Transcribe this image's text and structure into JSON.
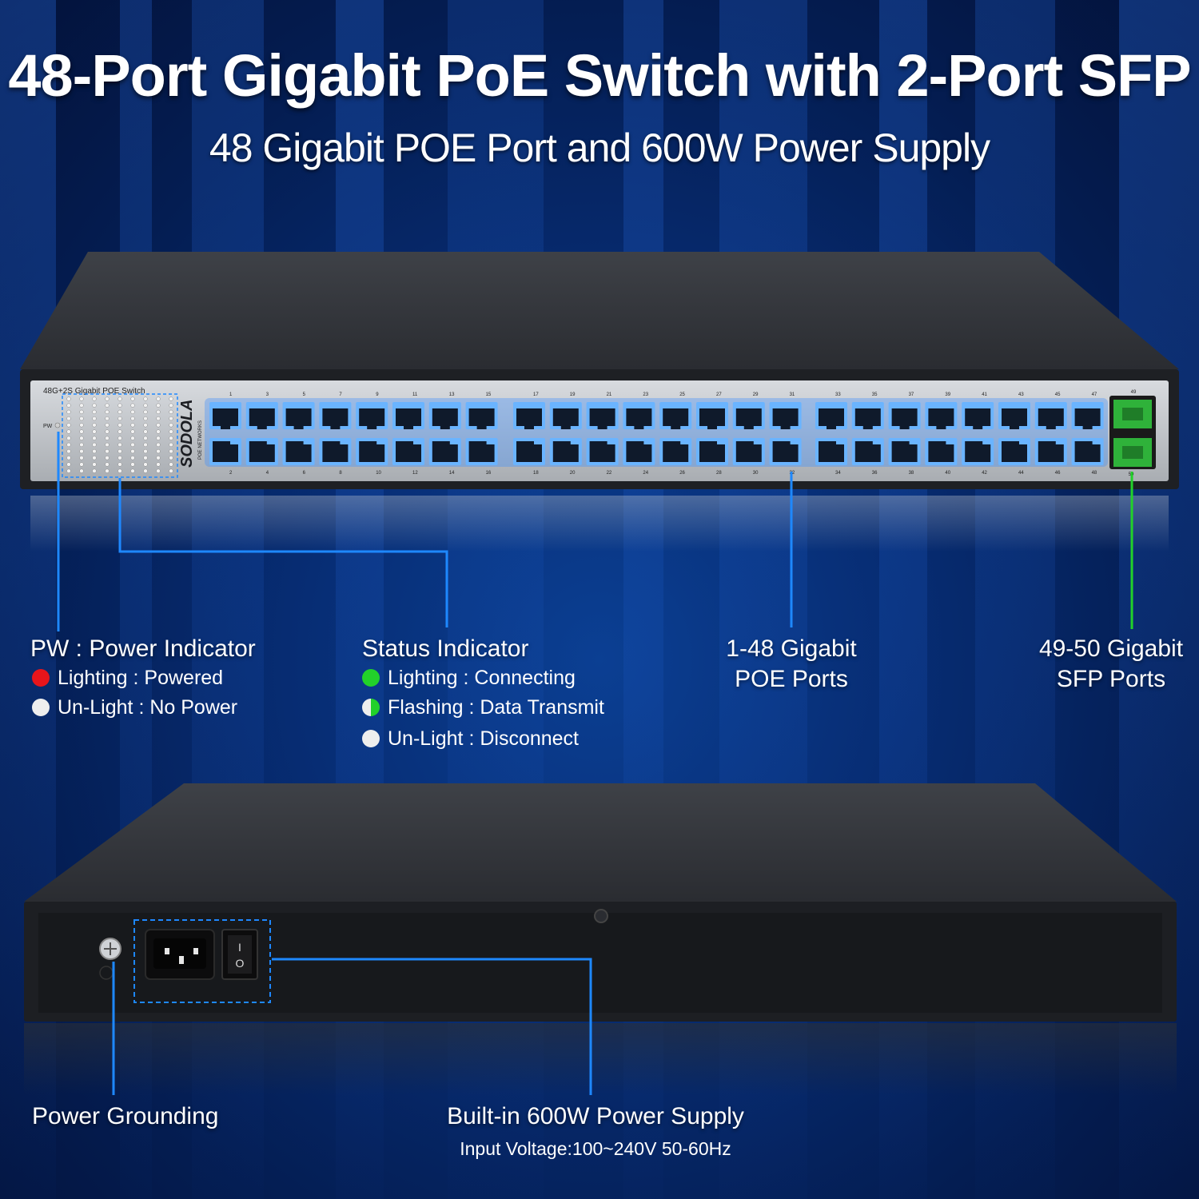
{
  "title": "48-Port Gigabit PoE Switch with 2-Port SFP",
  "subtitle": "48 Gigabit POE Port and 600W Power Supply",
  "device": {
    "model_label": "48G+2S Gigabit POE Switch",
    "brand": "SODOLA",
    "brand_sub": "POE NETWORKS",
    "pw_label": "PW",
    "odd_ports": [
      "1",
      "3",
      "5",
      "7",
      "9",
      "11",
      "13",
      "15",
      "17",
      "19",
      "21",
      "23",
      "25",
      "27",
      "29",
      "31",
      "33",
      "35",
      "37",
      "39",
      "41",
      "43",
      "45",
      "47"
    ],
    "even_ports": [
      "2",
      "4",
      "6",
      "8",
      "10",
      "12",
      "14",
      "16",
      "18",
      "20",
      "22",
      "24",
      "26",
      "28",
      "30",
      "32",
      "34",
      "36",
      "38",
      "40",
      "42",
      "44",
      "46",
      "48"
    ],
    "sfp_top": "49",
    "sfp_bottom": "50",
    "power_switch_on": "I",
    "power_switch_off": "O"
  },
  "callouts": {
    "power_indicator": {
      "title": "PW : Power Indicator",
      "items": [
        {
          "text": "Lighting : Powered",
          "color": "#e8151b"
        },
        {
          "text": "Un-Light : No Power",
          "color": "#eeeeee"
        }
      ]
    },
    "status_indicator": {
      "title": "Status Indicator",
      "items": [
        {
          "text": "Lighting : Connecting",
          "color": "#22d12a"
        },
        {
          "text": "Flashing : Data Transmit",
          "color": "#22d12a"
        },
        {
          "text": "Un-Light : Disconnect",
          "color": "#eeeeee"
        }
      ]
    },
    "poe_ports": {
      "line1": "1-48 Gigabit",
      "line2": "POE Ports"
    },
    "sfp_ports": {
      "line1": "49-50 Gigabit",
      "line2": "SFP Ports"
    },
    "grounding": {
      "title": "Power Grounding"
    },
    "power_supply": {
      "title": "Built-in 600W Power Supply",
      "input": "Input Voltage:100~240V 50-60Hz"
    }
  },
  "colors": {
    "accent_line": "#1e88ff",
    "sfp_line": "#22d12a",
    "port_glow": "#6ab4ff"
  }
}
